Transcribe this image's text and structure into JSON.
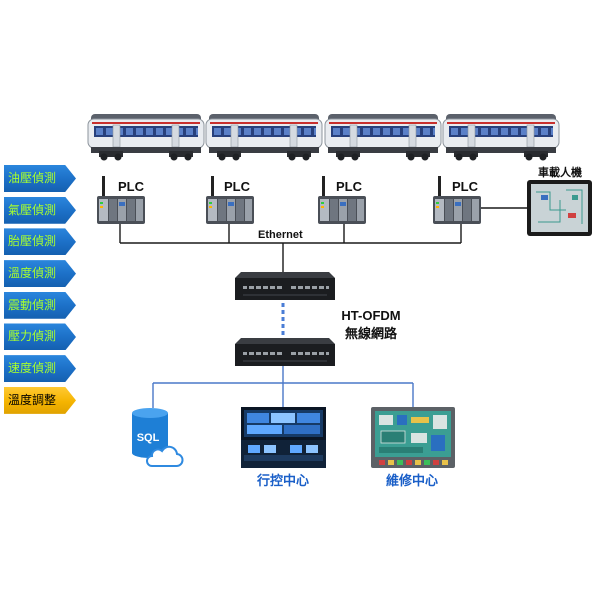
{
  "sensor_panel": {
    "items": [
      "油壓偵測",
      "氣壓偵測",
      "胎壓偵測",
      "溫度偵測",
      "震動偵測",
      "壓力偵測",
      "速度偵測"
    ],
    "adjust_item": "溫度調整"
  },
  "plc_labels": [
    "PLC",
    "PLC",
    "PLC",
    "PLC"
  ],
  "hmi": {
    "label": "車載人機"
  },
  "ethernet": {
    "label": "Ethernet"
  },
  "wireless": {
    "name": "HT-OFDM",
    "label": "無線網路"
  },
  "database": {
    "label": "SQL"
  },
  "centers": {
    "control": "行控中心",
    "maintenance": "維修中心"
  },
  "icons": {
    "train": "train-car-icon",
    "plc": "plc-unit-icon",
    "antenna": "antenna-icon",
    "hmi": "tablet-hmi-icon",
    "switch": "network-switch-icon",
    "database": "sql-database-icon",
    "cloud": "cloud-icon",
    "control_room": "control-room-image",
    "maintenance_screen": "maintenance-screen-image"
  },
  "colors": {
    "sensor_arrow": "#1c6fc6",
    "sensor_text": "#a8ff2e",
    "adjust_arrow": "#f5b400",
    "adjust_text": "#000000",
    "link_blue": "#4a78c8",
    "label_blue": "#1a5fc8"
  }
}
